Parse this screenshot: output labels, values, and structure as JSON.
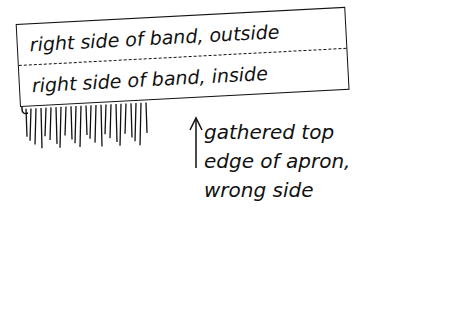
{
  "diagram": {
    "nodes": [
      {
        "text": [
          "right side of band, outside",
          "right side of band, inside"
        ]
      }
    ],
    "labels": [
      "gathered top edge of apron, wrong side"
    ]
  }
}
